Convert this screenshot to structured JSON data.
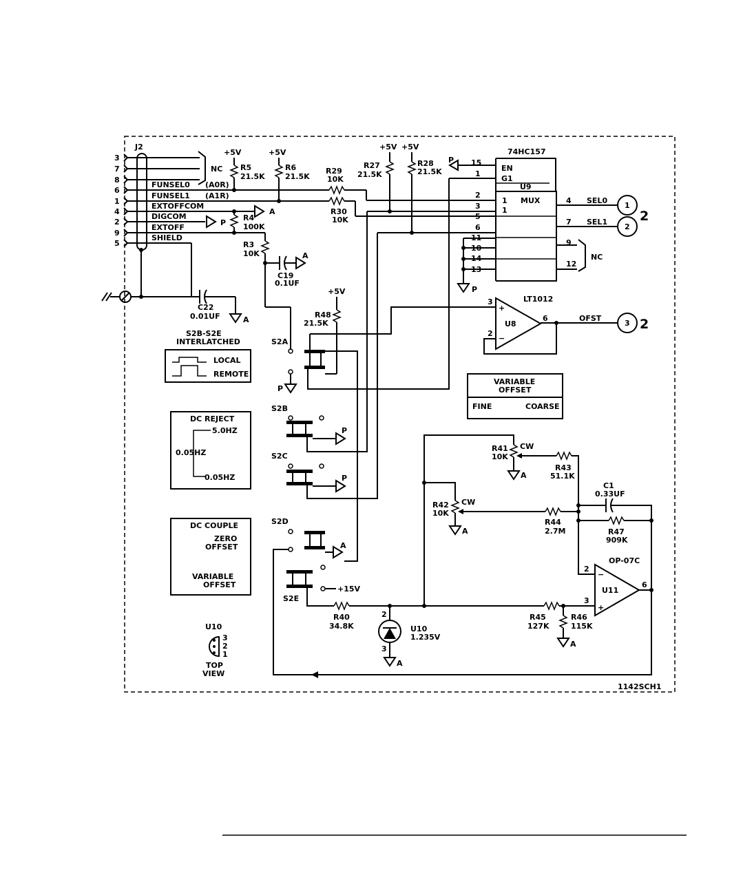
{
  "connector": {
    "name": "J2",
    "pins": [
      {
        "pin": "3",
        "signal": ""
      },
      {
        "pin": "7",
        "signal": ""
      },
      {
        "pin": "8",
        "signal": ""
      },
      {
        "pin": "6",
        "signal": "FUNSEL0",
        "alias": "(A0R)"
      },
      {
        "pin": "1",
        "signal": "FUNSEL1",
        "alias": "(A1R)"
      },
      {
        "pin": "4",
        "signal": "EXTOFFCOM"
      },
      {
        "pin": "2",
        "signal": "DIGCOM"
      },
      {
        "pin": "9",
        "signal": "EXTOFF"
      },
      {
        "pin": "5",
        "signal": "SHIELD"
      }
    ],
    "nc": "NC"
  },
  "supplies": {
    "p5v": "+5V",
    "p15v": "+15V"
  },
  "grounds": {
    "a": "A",
    "p": "P"
  },
  "resistors": [
    {
      "ref": "R5",
      "value": "21.5K"
    },
    {
      "ref": "R6",
      "value": "21.5K"
    },
    {
      "ref": "R29",
      "value": "10K"
    },
    {
      "ref": "R30",
      "value": "10K"
    },
    {
      "ref": "R27",
      "value": "21.5K"
    },
    {
      "ref": "R28",
      "value": "21.5K"
    },
    {
      "ref": "R4",
      "value": "100K"
    },
    {
      "ref": "R3",
      "value": "10K"
    },
    {
      "ref": "R48",
      "value": "21.5K"
    },
    {
      "ref": "R43",
      "value": "51.1K"
    },
    {
      "ref": "R44",
      "value": "2.7M"
    },
    {
      "ref": "R47",
      "value": "909K"
    },
    {
      "ref": "R40",
      "value": "34.8K"
    },
    {
      "ref": "R45",
      "value": "127K"
    },
    {
      "ref": "R46",
      "value": "115K"
    }
  ],
  "potentiometers": [
    {
      "ref": "R41",
      "value": "10K",
      "cw": "CW"
    },
    {
      "ref": "R42",
      "value": "10K",
      "cw": "CW"
    }
  ],
  "capacitors": [
    {
      "ref": "C19",
      "value": "0.1UF"
    },
    {
      "ref": "C22",
      "value": "0.01UF"
    },
    {
      "ref": "C1",
      "value": "0.33UF"
    }
  ],
  "mux": {
    "part": "74HC157",
    "ref": "U9",
    "en": "EN",
    "g1": "G1",
    "label": "MUX",
    "one": "1",
    "pins": [
      "15",
      "1",
      "2",
      "3",
      "5",
      "6",
      "11",
      "10",
      "14",
      "13",
      "4",
      "7",
      "9",
      "12"
    ],
    "nc": "NC"
  },
  "outputs": [
    {
      "signal": "SEL0",
      "num": "1",
      "sheet": "2"
    },
    {
      "signal": "SEL1",
      "num": "2",
      "sheet": "2"
    },
    {
      "signal": "OFST",
      "num": "3",
      "sheet": "2"
    }
  ],
  "opamp_u8": {
    "part": "LT1012",
    "ref": "U8",
    "pin_plus": "3",
    "pin_minus": "2",
    "pin_out": "6",
    "plus": "+",
    "minus": "−"
  },
  "opamp_u11": {
    "part": "OP-07C",
    "ref": "U11",
    "pin_plus": "3",
    "pin_minus": "2",
    "pin_out": "6",
    "plus": "+",
    "minus": "−"
  },
  "reference": {
    "ref": "U10",
    "value": "1.235V",
    "pin_top": "2",
    "pin_bottom": "3"
  },
  "switches": {
    "labels": [
      "S2A",
      "S2B",
      "S2C",
      "S2D",
      "S2E"
    ],
    "interlock_title": "S2B-S2E",
    "interlock_sub": "INTERLATCHED",
    "local": "LOCAL",
    "remote": "REMOTE"
  },
  "legend_dc_reject": {
    "title": "DC REJECT",
    "high": "5.0HZ",
    "mid": "0.05HZ",
    "low": "0.05HZ"
  },
  "legend_dc_couple": {
    "title": "DC COUPLE",
    "zero1": "ZERO",
    "zero2": "OFFSET",
    "var1": "VARIABLE",
    "var2": "OFFSET"
  },
  "legend_variable": {
    "title1": "VARIABLE",
    "title2": "OFFSET",
    "fine": "FINE",
    "coarse": "COARSE"
  },
  "u10_view": {
    "ref": "U10",
    "pins": [
      "3",
      "2",
      "1"
    ],
    "view1": "TOP",
    "view2": "VIEW"
  },
  "drawing_id": "1142SCH1"
}
